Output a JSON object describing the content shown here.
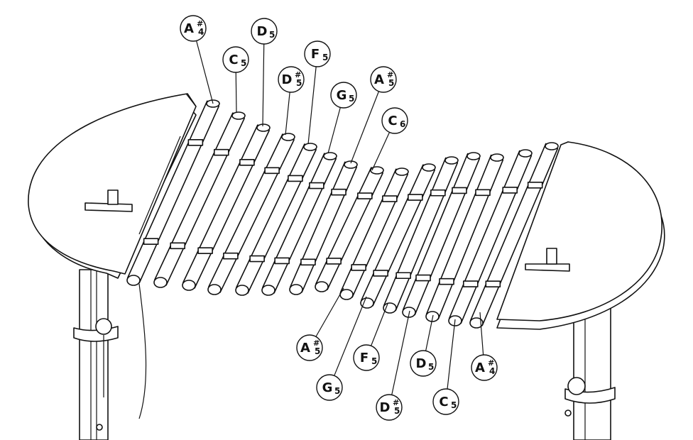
{
  "callouts_top": [
    {
      "note": "A",
      "sharp": "#",
      "octave": "4"
    },
    {
      "note": "C",
      "sharp": "",
      "octave": "5"
    },
    {
      "note": "D",
      "sharp": "",
      "octave": "5"
    },
    {
      "note": "D",
      "sharp": "#",
      "octave": "5"
    },
    {
      "note": "F",
      "sharp": "",
      "octave": "5"
    },
    {
      "note": "G",
      "sharp": "",
      "octave": "5"
    },
    {
      "note": "A",
      "sharp": "#",
      "octave": "5"
    },
    {
      "note": "C",
      "sharp": "",
      "octave": "6"
    }
  ],
  "callouts_bottom": [
    {
      "note": "A",
      "sharp": "#",
      "octave": "5"
    },
    {
      "note": "G",
      "sharp": "",
      "octave": "5"
    },
    {
      "note": "F",
      "sharp": "",
      "octave": "5"
    },
    {
      "note": "D",
      "sharp": "#",
      "octave": "5"
    },
    {
      "note": "D",
      "sharp": "",
      "octave": "5"
    },
    {
      "note": "C",
      "sharp": "",
      "octave": "5"
    },
    {
      "note": "A",
      "sharp": "#",
      "octave": "4"
    }
  ],
  "colors": {
    "line": "#111111",
    "fill": "#ffffff"
  }
}
